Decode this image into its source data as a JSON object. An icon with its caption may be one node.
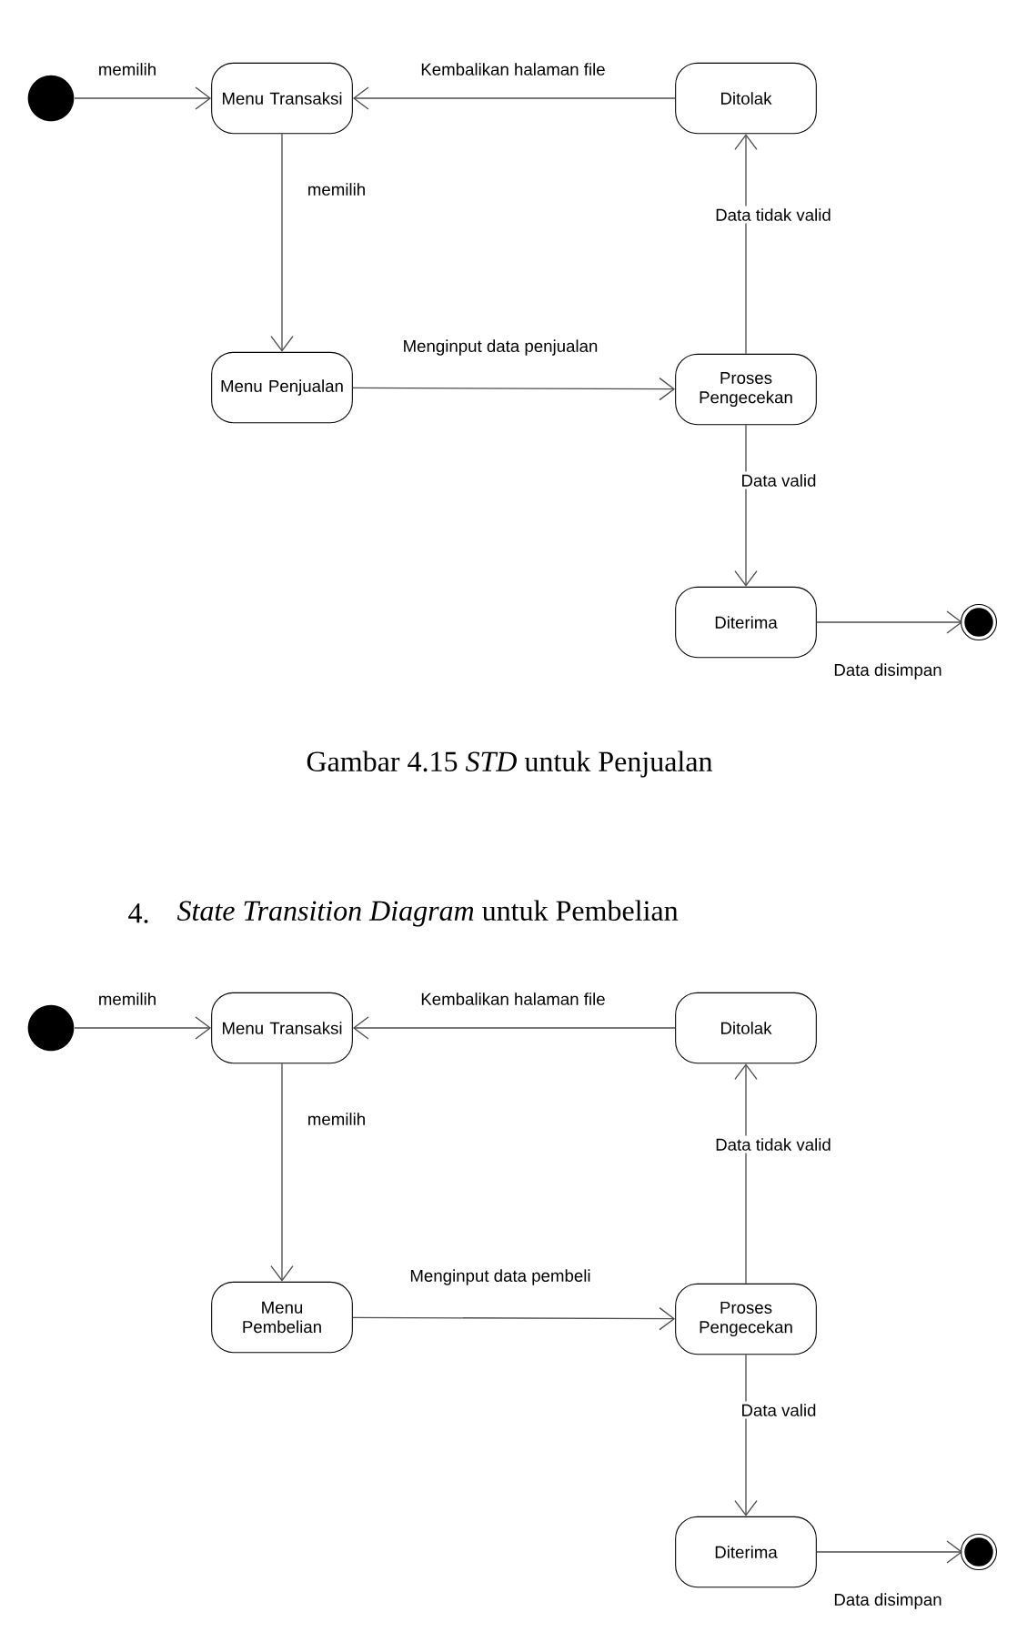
{
  "diagram": {
    "caption": "Gambar 4.15 *STD* untuk Penjualan",
    "nodes": [
      {
        "text": [],
        "shape": "circle"
      },
      {
        "text": [
          "Menu Transaksi"
        ]
      },
      {
        "text": [
          "Ditolak"
        ]
      },
      {
        "text": [
          "Menu Penjualan"
        ]
      },
      {
        "text": [
          "Proses Pengecekan"
        ]
      },
      {
        "text": [
          "Diterima"
        ]
      },
      {
        "text": [],
        "shape": "circle"
      },
      {
        "text": [],
        "shape": "circle"
      },
      {
        "text": [
          "Menu Transaksi"
        ]
      },
      {
        "text": [
          "Ditolak"
        ]
      },
      {
        "text": [
          "Menu Pembelian"
        ]
      },
      {
        "text": [
          "Proses Pengecekan"
        ]
      },
      {
        "text": [
          "Diterima"
        ]
      },
      {
        "text": [],
        "shape": "circle"
      }
    ],
    "edges": [
      {
        "from": 0,
        "to": 1,
        "arrow": "to",
        "label": "memilih"
      },
      {
        "from": 2,
        "to": 1,
        "arrow": "to",
        "label": "Kembalikan halaman file"
      },
      {
        "from": 1,
        "to": 3,
        "arrow": "to",
        "label": "memilih"
      },
      {
        "from": 3,
        "to": 4,
        "arrow": "to",
        "label": "Menginput data penjualan"
      },
      {
        "from": 4,
        "to": 2,
        "arrow": "to",
        "label": "Data tidak valid"
      },
      {
        "from": 4,
        "to": 5,
        "arrow": "to",
        "label": "Data valid"
      },
      {
        "from": 5,
        "to": 6,
        "arrow": "to",
        "label": "Data disimpan"
      },
      {
        "from": 7,
        "to": 8,
        "arrow": "to",
        "label": "memilih"
      },
      {
        "from": 9,
        "to": 8,
        "arrow": "to",
        "label": "Kembalikan halaman file"
      },
      {
        "from": 8,
        "to": 10,
        "arrow": "to",
        "label": "memilih"
      },
      {
        "from": 10,
        "to": 11,
        "arrow": "to",
        "label": "Menginput data pembeli"
      },
      {
        "from": 11,
        "to": 9,
        "arrow": "to",
        "label": "Data tidak valid"
      },
      {
        "from": 11,
        "to": 12,
        "arrow": "to",
        "label": "Data valid"
      },
      {
        "from": 12,
        "to": 13,
        "arrow": "to",
        "label": "Data disimpan"
      }
    ],
    "labels": [
      "4.",
      "*State Transition Diagram* untuk Pembelian"
    ]
  }
}
